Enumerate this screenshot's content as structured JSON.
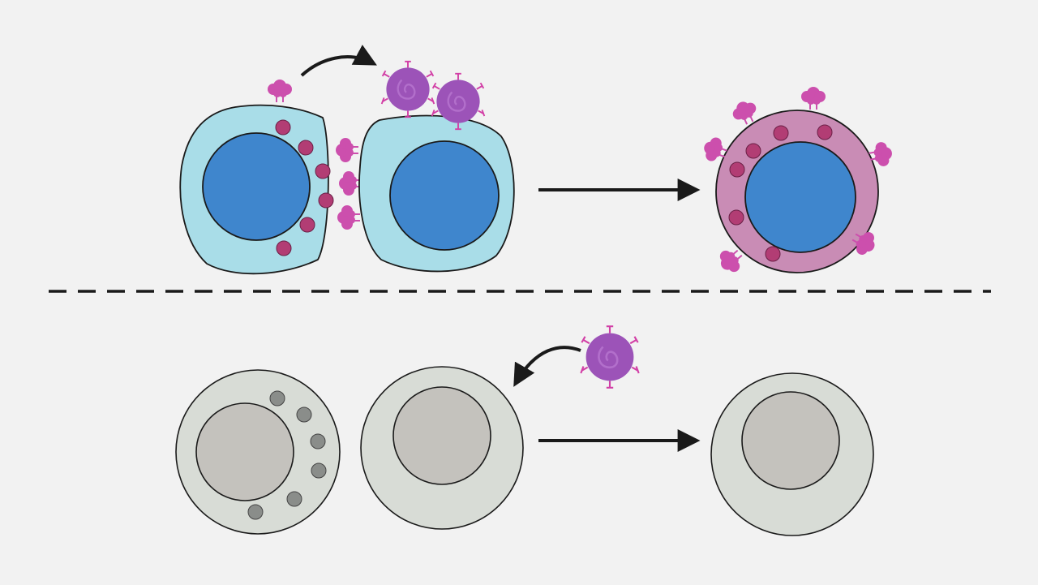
{
  "colors": {
    "background": "#f2f2f2",
    "outline": "#1a1a1a",
    "cytoplasm_blue": "#a9dde8",
    "nucleus_blue": "#3f86cd",
    "cytoplasm_pink": "#c98cb5",
    "vesicle_pink": "#b23d74",
    "receptor_magenta": "#cc4fad",
    "virus_purple": "#9c53b8",
    "virus_spike": "#d23fa6",
    "grey_cytoplasm": "#d8dcd6",
    "grey_nucleus": "#c4c2bd",
    "grey_vesicle": "#8a8d8a",
    "arrow": "#1a1a1a"
  },
  "icons": {
    "receptor": "receptor-icon",
    "virus": "virus-particle-icon",
    "vesicle": "vesicle-icon"
  },
  "rows": [
    {
      "name": "infected-row",
      "scheme": "colored"
    },
    {
      "name": "uninfected-row",
      "scheme": "grey"
    }
  ]
}
